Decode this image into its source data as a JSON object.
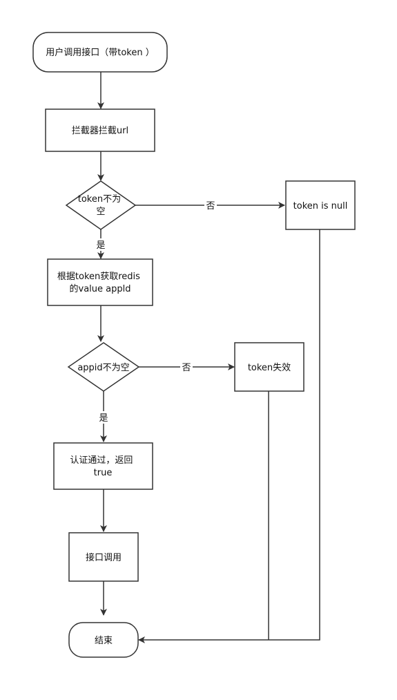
{
  "nodes": {
    "start": [
      "用户调用接口（带token ）"
    ],
    "interceptor": [
      "拦截器拦截url"
    ],
    "token_check": [
      "token不为",
      "空"
    ],
    "token_null": [
      "token is null"
    ],
    "get_redis": [
      "根据token获取redis",
      "的value appld"
    ],
    "appid_check": [
      "appid不为空"
    ],
    "token_invalid": [
      "token失效"
    ],
    "auth_pass": [
      "认证通过，返回",
      "true"
    ],
    "api_call": [
      "接口调用"
    ],
    "end": [
      "结束"
    ]
  },
  "edges": {
    "token_no": "否",
    "token_yes": "是",
    "appid_no": "否",
    "appid_yes": "是"
  },
  "colors": {
    "stroke": "#333333",
    "fill": "#ffffff",
    "text": "#111111"
  }
}
